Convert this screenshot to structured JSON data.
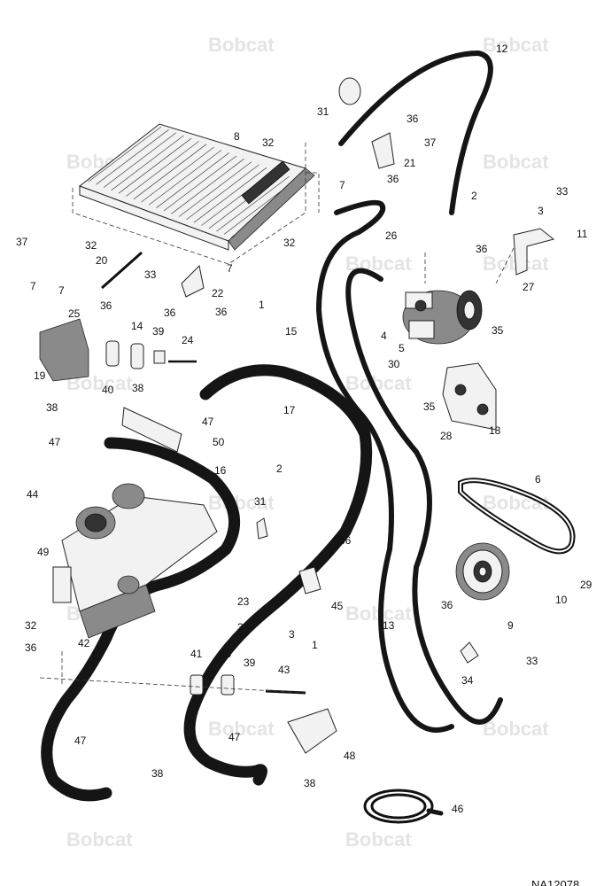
{
  "watermark": "Bobcat",
  "drawing_code": "NA12078",
  "callouts": [
    "1",
    "2",
    "3",
    "4",
    "5",
    "6",
    "7",
    "8",
    "9",
    "10",
    "11",
    "12",
    "13",
    "14",
    "15",
    "16",
    "17",
    "18",
    "19",
    "20",
    "21",
    "22",
    "23",
    "24",
    "25",
    "26",
    "27",
    "28",
    "29",
    "30",
    "31",
    "32",
    "33",
    "34",
    "35",
    "36",
    "37",
    "38",
    "39",
    "40",
    "41",
    "42",
    "43",
    "44",
    "45",
    "46",
    "47",
    "48",
    "49",
    "50"
  ]
}
